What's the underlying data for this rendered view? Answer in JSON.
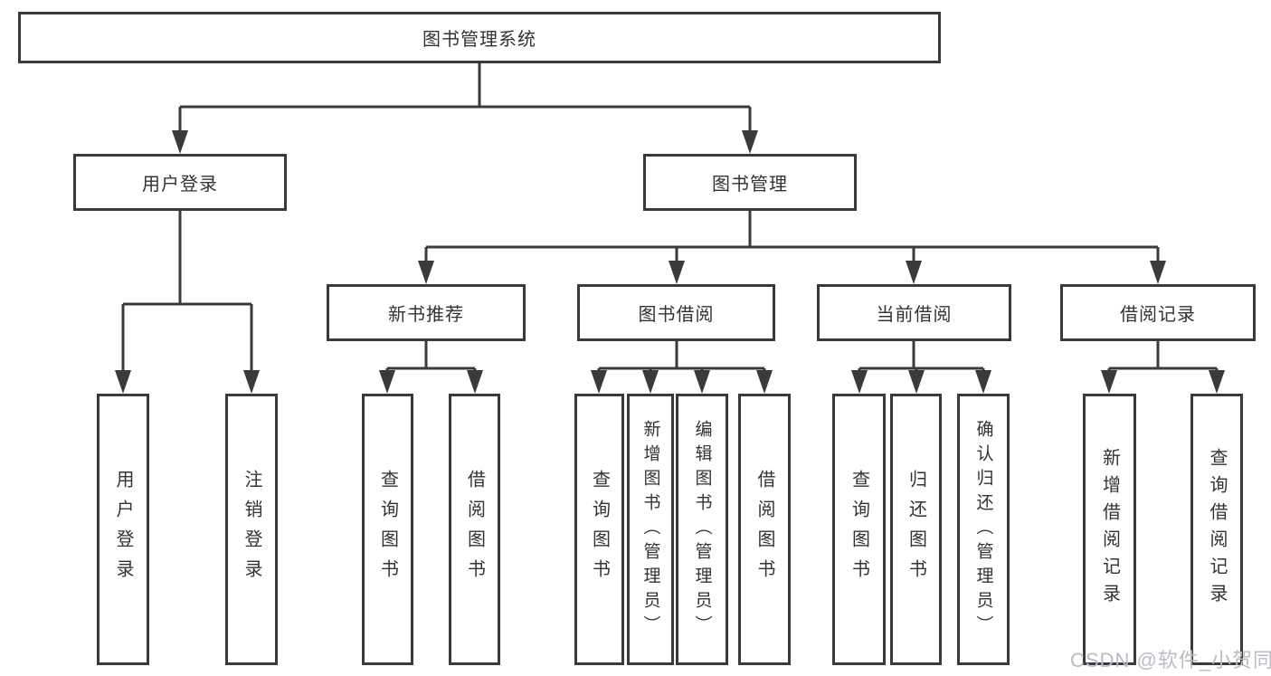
{
  "colors": {
    "line": "#3a3a3a",
    "text": "#333333",
    "box_bg": "#ffffff",
    "watermark": "#b9bdc3"
  },
  "watermark": "CSDN @软件_小贺同学",
  "tree": {
    "label": "图书管理系统",
    "children": [
      {
        "label": "用户登录",
        "children": [
          {
            "label": "用户登录"
          },
          {
            "label": "注销登录"
          }
        ]
      },
      {
        "label": "图书管理",
        "children": [
          {
            "label": "新书推荐",
            "children": [
              {
                "label": "查询图书"
              },
              {
                "label": "借阅图书"
              }
            ]
          },
          {
            "label": "图书借阅",
            "children": [
              {
                "label": "查询图书"
              },
              {
                "label": "新增图书（管理员）"
              },
              {
                "label": "编辑图书（管理员）"
              },
              {
                "label": "借阅图书"
              }
            ]
          },
          {
            "label": "当前借阅",
            "children": [
              {
                "label": "查询图书"
              },
              {
                "label": "归还图书"
              },
              {
                "label": "确认归还（管理员）"
              }
            ]
          },
          {
            "label": "借阅记录",
            "children": [
              {
                "label": "新增借阅记录"
              },
              {
                "label": "查询借阅记录"
              }
            ]
          }
        ]
      }
    ]
  }
}
